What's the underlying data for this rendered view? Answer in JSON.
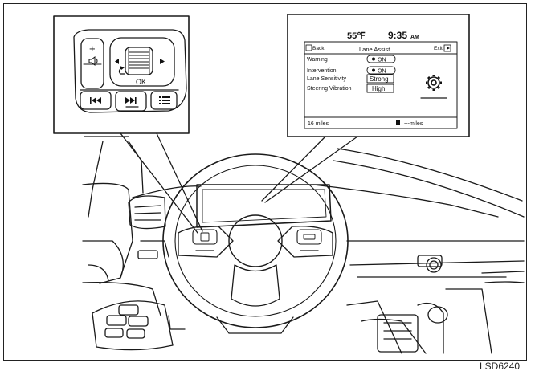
{
  "figure_code": "LSD6240",
  "display": {
    "temperature": "55℉",
    "clock_time": "9:35",
    "clock_ampm": "AM",
    "back_label": "Back",
    "screen_title": "Lane Assist",
    "exit_label": "Exit",
    "rows": [
      {
        "label": "Warning",
        "value": "ON"
      },
      {
        "label": "Intervention",
        "value": "ON"
      },
      {
        "label": "Lane Sensitivity",
        "value": "Strong"
      },
      {
        "label": "Steering Vibration",
        "value": "High"
      }
    ],
    "range_left": "16 miles",
    "range_right": "---miles"
  },
  "steering_switch": {
    "ok_label": "OK",
    "plus_label": "+",
    "minus_label": "–"
  },
  "icons": [
    "back-icon",
    "exit-icon",
    "gear-icon",
    "fuel-icon",
    "speaker-icon",
    "prev-track-icon",
    "next-track-icon",
    "menu-list-icon",
    "left-arrow-icon",
    "right-arrow-icon",
    "back-curve-icon"
  ]
}
